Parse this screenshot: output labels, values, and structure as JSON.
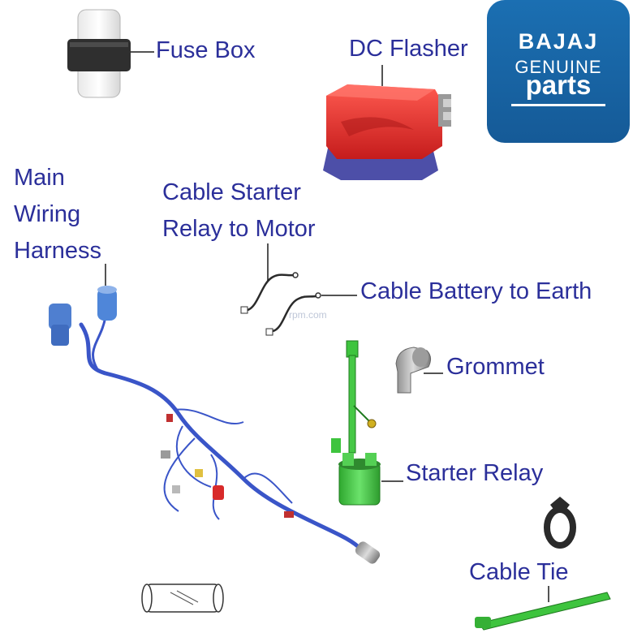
{
  "colors": {
    "label": "#2b2f9a",
    "leader": "#1a1a1a",
    "wire": "#3a55c8",
    "relay": "#3ec43e",
    "flasher": "#e53030",
    "logo": "#1b6fb2"
  },
  "logo": {
    "brand": "BAJAJ",
    "genuine": "GENUINE",
    "parts": "parts"
  },
  "watermark": "rpm.com",
  "labels": {
    "fuse_box": "Fuse Box",
    "dc_flasher": "DC Flasher",
    "main_wiring_harness": [
      "Main",
      "Wiring",
      "Harness"
    ],
    "cable_starter_relay": [
      "Cable Starter",
      "Relay to Motor"
    ],
    "cable_battery_earth": "Cable Battery to Earth",
    "grommet": "Grommet",
    "starter_relay": "Starter Relay",
    "cable_tie": "Cable Tie"
  }
}
